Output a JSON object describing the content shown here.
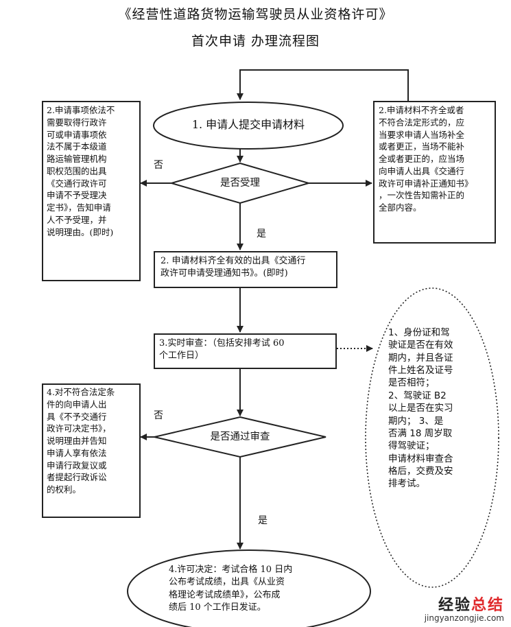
{
  "header": {
    "title": "《经营性道路货物运输驾驶员从业资格许可》",
    "subtitle": "首次申请  办理流程图"
  },
  "nodes": {
    "submit": "1. 申请人提交申请材料",
    "accept_decision": "是否受理",
    "reject_left": "2.申请事项依法不\n需要取得行政许\n可或申请事项依\n法不属于本级道\n路运输管理机构\n职权范围的出具\n《交通行政许可\n申请不予受理决\n定书》，告知申请\n人不予受理，并\n说明理由。(即时)",
    "supplement_right": "2.申请材料不齐全或者\n不符合法定形式的，应\n当要求申请人当场补全\n或者更正，当场不能补\n全或者更正的，应当场\n向申请人出具《交通行\n政许可申请补正通知书》\n，一次性告知需补正的\n全部内容。",
    "accepted": "2.  申请材料齐全有效的出具《交通行\n政许可申请受理通知书》。(即时)",
    "review": "3.实时审查：（包括安排考试 60\n个工作日）",
    "review_notes": "1、身份证和驾\n驶证是否在有效\n期内，并且各证\n件上姓名及证号\n是否相符；\n2、驾驶证 B2\n以上是否在实习\n期内；     3、是\n否满 18 周岁取\n得驾驶证；\n申请材料审查合\n格后，交费及安\n排考试。",
    "pass_decision": "是否通过审查",
    "not_pass": "4.对不符合法定条\n件的向申请人出\n具《不予交通行\n政许可决定书》，\n说明理由并告知\n申请人享有依法\n申请行政复议或\n者提起行政诉讼\n的权利。",
    "permit": "4.许可决定：考试合格 10 日内\n公布考试成绩，出具《从业资\n格理论考试成绩单》，公布成\n绩后 10 个工作日发证。"
  },
  "labels": {
    "no_1": "否",
    "yes_1": "是",
    "no_2": "否",
    "yes_2": "是"
  },
  "watermark": {
    "brand_a": "经验",
    "brand_b": "总结",
    "url": "jingyanzongjie.com"
  },
  "colors": {
    "line": "#222222",
    "watermark_red": "#e0292b"
  }
}
